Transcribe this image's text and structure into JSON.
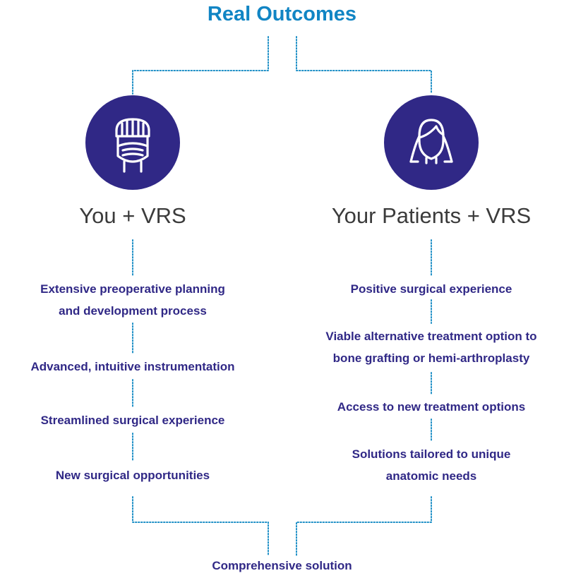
{
  "diagram": {
    "title": "Real Outcomes",
    "left": {
      "title": "You + VRS",
      "icon": "surgeon-icon",
      "items": [
        [
          "Extensive preoperative planning",
          "and development process"
        ],
        [
          "Advanced, intuitive instrumentation"
        ],
        [
          "Streamlined surgical experience"
        ],
        [
          "New surgical opportunities"
        ]
      ]
    },
    "right": {
      "title": "Your Patients + VRS",
      "icon": "patient-icon",
      "items": [
        [
          "Positive surgical experience"
        ],
        [
          "Viable alternative treatment option to",
          "bone grafting or hemi-arthroplasty"
        ],
        [
          "Access to new treatment options"
        ],
        [
          "Solutions tailored to unique",
          "anatomic needs"
        ]
      ]
    },
    "footer": "Comprehensive solution",
    "colors": {
      "title": "#1185c4",
      "circle": "#302886",
      "item_text": "#302886",
      "column_title": "#3b3b3b",
      "dotted_line": "#1e8fc6"
    }
  }
}
